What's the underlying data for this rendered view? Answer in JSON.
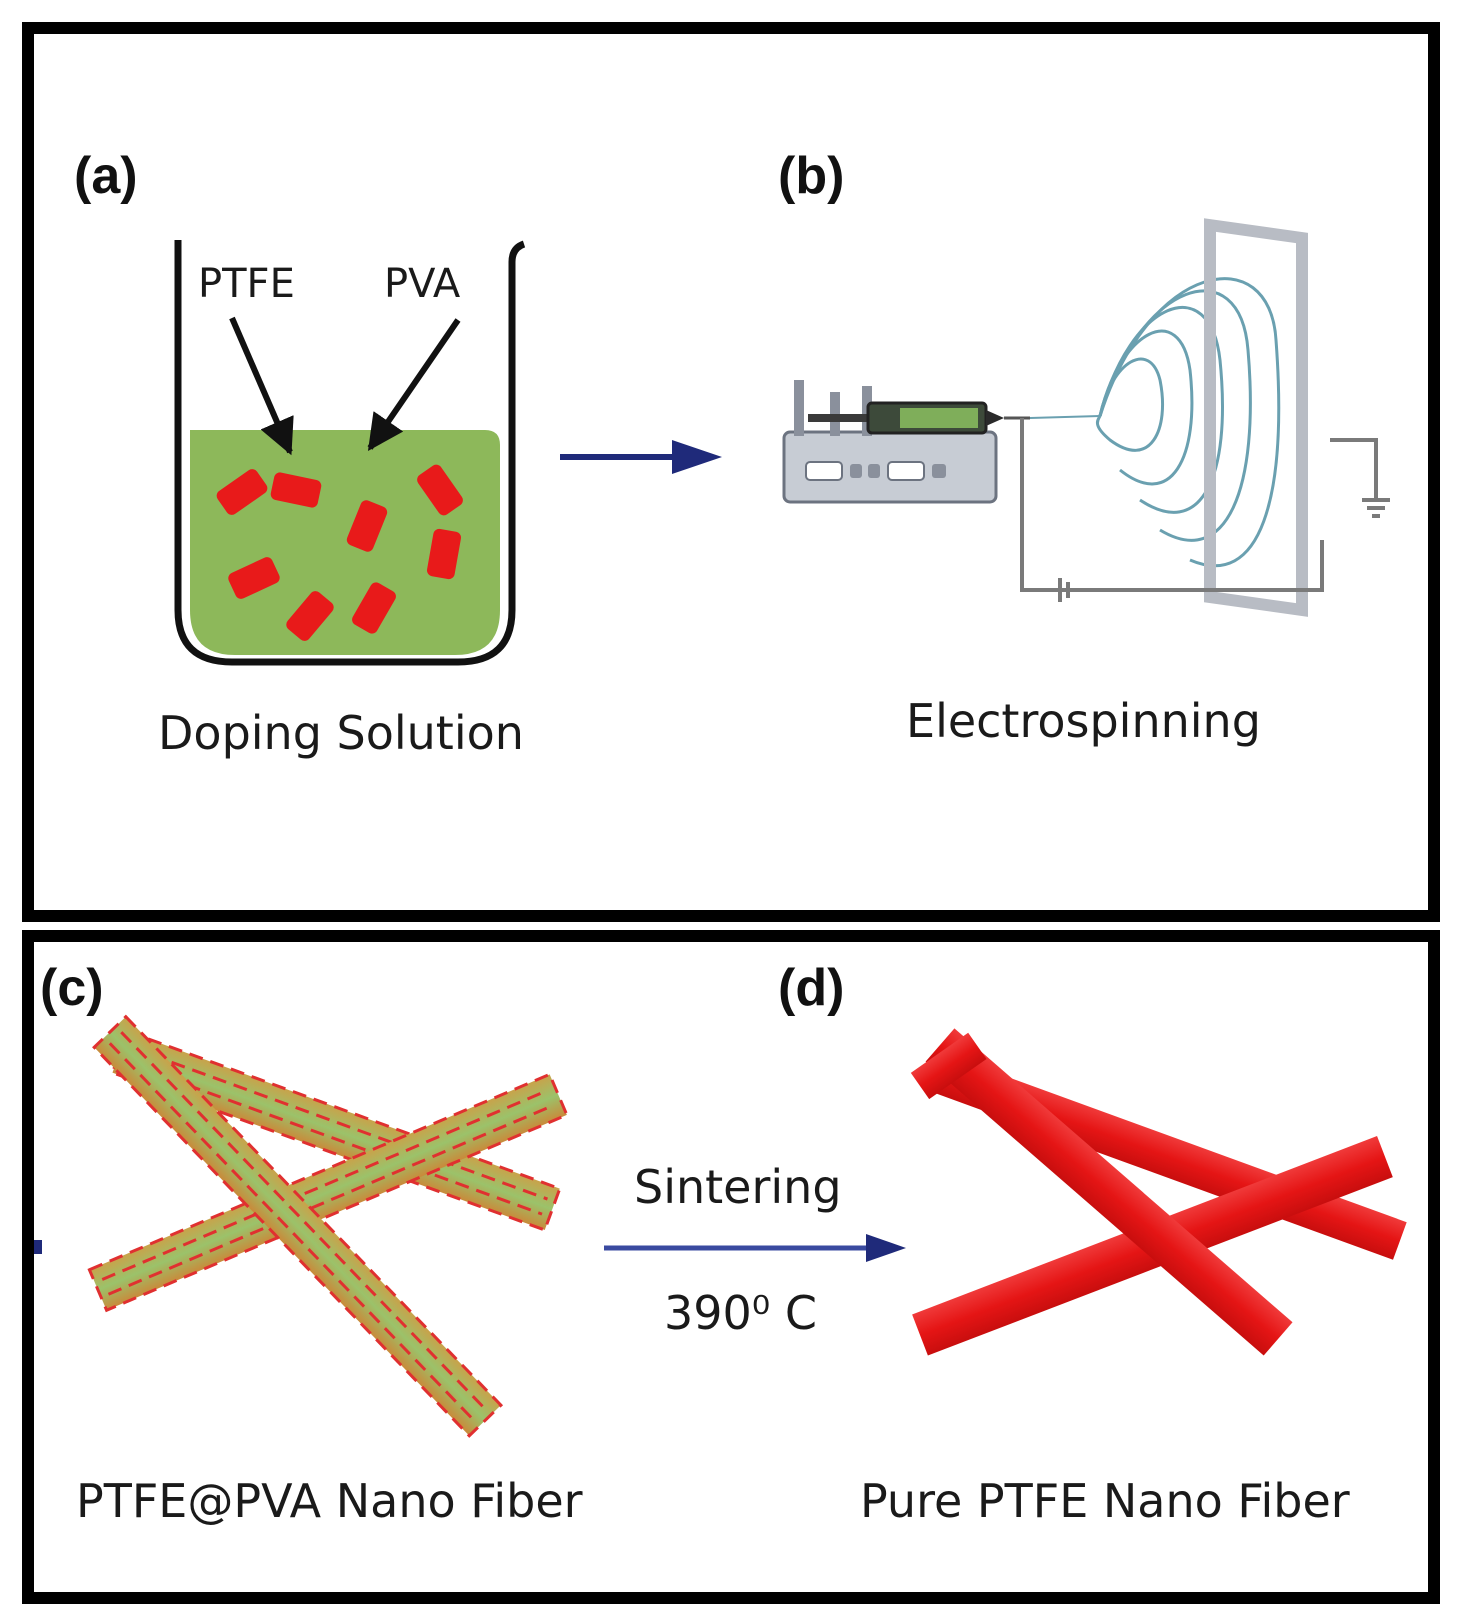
{
  "panels": {
    "a": {
      "label": "(a)",
      "caption": "Doping Solution",
      "ptfe_label": "PTFE",
      "pva_label": "PVA"
    },
    "b": {
      "label": "(b)",
      "caption": "Electrospinning"
    },
    "c": {
      "label": "(c)",
      "caption": "PTFE@PVA Nano Fiber"
    },
    "d": {
      "label": "(d)",
      "caption": "Pure PTFE Nano Fiber"
    }
  },
  "process": {
    "step": "Sintering",
    "temperature": "390⁰ C"
  },
  "colors": {
    "solution": "#8db85a",
    "ptfe": "#e81a1a",
    "arrow": "#1f2a7a",
    "frame": "#000000",
    "collector": "#b8bcc4",
    "fiber_jet": "#6aa0b0"
  }
}
